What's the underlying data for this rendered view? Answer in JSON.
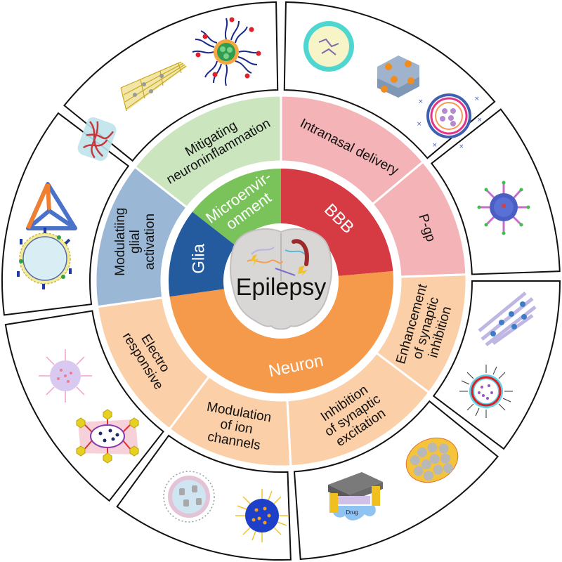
{
  "center": {
    "label": "Epilepsy",
    "illustration": "brain-section-icon"
  },
  "colors": {
    "bbb_inner": "#d63a43",
    "bbb_outer": "#f4b3b6",
    "neuron_inner": "#f5994a",
    "neuron_outer": "#fbcfa7",
    "glia_inner": "#245b9f",
    "glia_outer": "#9ab7d6",
    "micro_inner": "#7ac35b",
    "micro_outer": "#cbe6bf",
    "center_fill": "#d9d6d6",
    "outline": "#111111"
  },
  "inner_ring": [
    {
      "id": "bbb",
      "label_lines": [
        "BBB"
      ],
      "color_key": "bbb_inner"
    },
    {
      "id": "neuron",
      "label_lines": [
        "Neuron"
      ],
      "color_key": "neuron_inner"
    },
    {
      "id": "glia",
      "label_lines": [
        "Glia"
      ],
      "color_key": "glia_inner"
    },
    {
      "id": "microenvironment",
      "label_lines": [
        "Microenvir-",
        "onment"
      ],
      "color_key": "micro_inner"
    }
  ],
  "middle_ring": [
    {
      "id": "intranasal-delivery",
      "label_lines": [
        "Intranasal delivery"
      ],
      "color_key": "bbb_outer"
    },
    {
      "id": "p-gp",
      "label_lines": [
        "P-gp"
      ],
      "color_key": "bbb_outer"
    },
    {
      "id": "enhancement-synaptic-inhibition",
      "label_lines": [
        "Enhancement",
        "of synaptic",
        "inhibition"
      ],
      "color_key": "neuron_outer"
    },
    {
      "id": "inhibition-synaptic-excitation",
      "label_lines": [
        "Inhibition",
        "of synaptic",
        "excitation"
      ],
      "color_key": "neuron_outer"
    },
    {
      "id": "modulation-ion-channels",
      "label_lines": [
        "Modulation",
        "of ion",
        "channels"
      ],
      "color_key": "neuron_outer"
    },
    {
      "id": "electro-responsive",
      "label_lines": [
        "Electro",
        "responsive"
      ],
      "color_key": "neuron_outer"
    },
    {
      "id": "modulating-glial-activation",
      "label_lines": [
        "Modulatiing",
        "glial",
        "activation"
      ],
      "color_key": "glia_outer"
    },
    {
      "id": "mitigating-neuroinflammation",
      "label_lines": [
        "Mitigating",
        "neuroninflammation"
      ],
      "color_key": "micro_outer"
    }
  ],
  "outer_ring": [
    {
      "id": "intranasal-nanocarriers",
      "icons": [
        "cyclodextrin-nanoparticle-icon",
        "layered-nanosheet-icon",
        "multilayer-liposome-icon"
      ]
    },
    {
      "id": "pgp-nanocarriers",
      "icons": [
        "dendritic-nanoparticle-icon"
      ]
    },
    {
      "id": "inhibition-enhancing-carriers",
      "icons": [
        "nanofiber-scaffold-icon",
        "liposome-icon"
      ]
    },
    {
      "id": "excitation-inhibiting-carriers",
      "icons": [
        "drug-release-device-icon",
        "mesoporous-particle-icon"
      ]
    },
    {
      "id": "ion-channel-carriers",
      "icons": [
        "polymer-coated-nanoparticle-icon",
        "micelle-nanoparticle-icon"
      ]
    },
    {
      "id": "electroresponsive-carriers",
      "icons": [
        "pink-micelle-icon",
        "hydrogel-network-icon"
      ]
    },
    {
      "id": "glial-carriers",
      "icons": [
        "dna-tetrahedron-icon",
        "vesicle-icon"
      ]
    },
    {
      "id": "neuroinflammation-carriers",
      "icons": [
        "fiber-capsule-icon",
        "2d-lattice-icon",
        "star-polymer-micelle-icon"
      ]
    }
  ],
  "device_label": "Drug"
}
